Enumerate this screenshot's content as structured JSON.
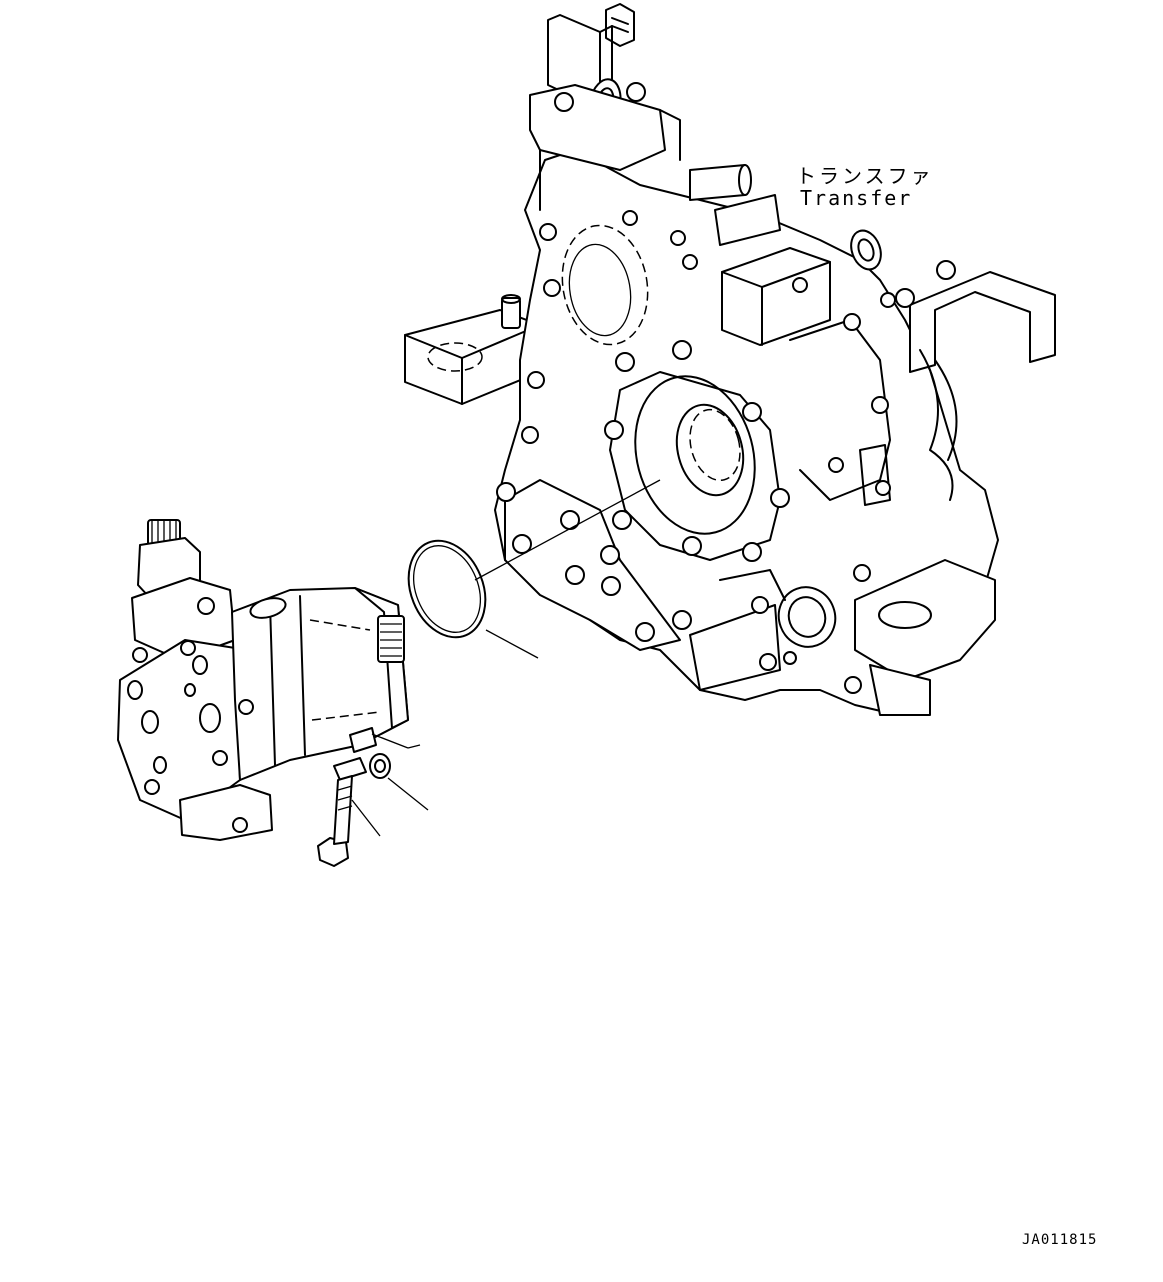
{
  "labels": {
    "transfer_jp": "トランスファ",
    "transfer_en": "Transfer"
  },
  "drawing_id": "JA011815",
  "parts": {
    "transfer_case": "transfer-case",
    "motor": "hydraulic-motor",
    "o_ring": "o-ring",
    "bolt": "bolt",
    "washer": "washer"
  }
}
